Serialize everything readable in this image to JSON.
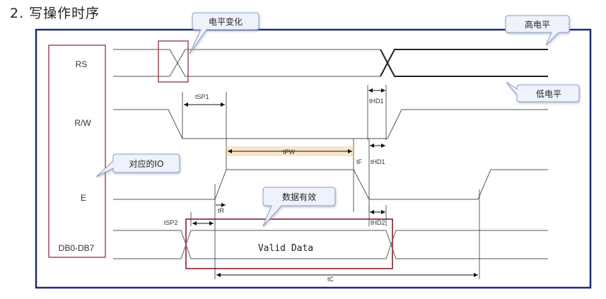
{
  "title": "2. 写操作时序",
  "signals": {
    "rs": "RS",
    "rw": "R/W",
    "e": "E",
    "db": "DB0-DB7"
  },
  "valid_data": "Valid Data",
  "timing": {
    "tsp1": "tSP1",
    "tsp2": "tSP2",
    "thd1_top": "tHD1",
    "thd1_bottom": "tHD1",
    "tpw": "tPW",
    "tf": "tF",
    "tr": "tR",
    "thd2": "tHD2",
    "tc": "tC"
  },
  "callouts": {
    "level_change": "电平变化",
    "high_level": "高电平",
    "low_level": "低电平",
    "io": "对应的IO",
    "data_valid": "数据有效"
  },
  "colors": {
    "frame": "#1c2a78",
    "highlight": "#a04a55",
    "signal": "#555555",
    "arrow": "#111111",
    "callout_fill": "#eef2fb",
    "callout_stroke": "#8a9cc6",
    "tpw_glow": "#f3c68a"
  }
}
